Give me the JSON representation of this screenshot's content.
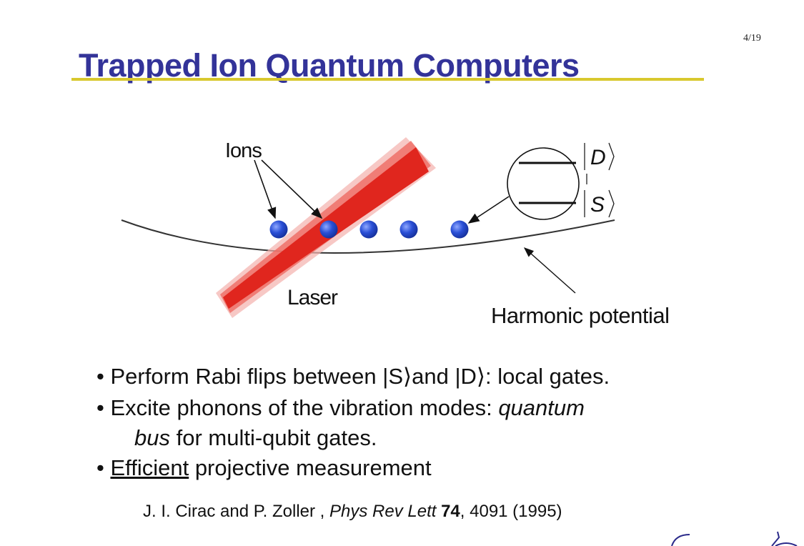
{
  "page_number": "4/19",
  "title": "Trapped Ion Quantum Computers",
  "figure": {
    "ions_label": "Ions",
    "laser_label": "Laser",
    "potential_label": "Harmonic potential",
    "state_upper": "D",
    "state_lower": "S",
    "ion_count": 5,
    "colors": {
      "ion": "#2a4fd6",
      "laser": "#e0261e",
      "title": "#333399",
      "rule": "#d8c82e"
    }
  },
  "bullets": {
    "b1_pre": "Perform Rabi flips between ",
    "b1_s": "S",
    "b1_mid": "and ",
    "b1_d": "D",
    "b1_post": ": local gates.",
    "b2_pre": "Excite phonons of the vibration modes: ",
    "b2_italic": "quantum",
    "b2_cont_italic": "bus",
    "b2_cont": " for multi-qubit gates.",
    "b3_underlined": "Efficient",
    "b3_rest": " projective measurement",
    "bullet_char": "•"
  },
  "citation": {
    "authors": "J. I. Cirac and P. Zoller , ",
    "journal": "Phys Rev Lett",
    "volume": "74",
    "rest": ", 4091 (1995)"
  }
}
